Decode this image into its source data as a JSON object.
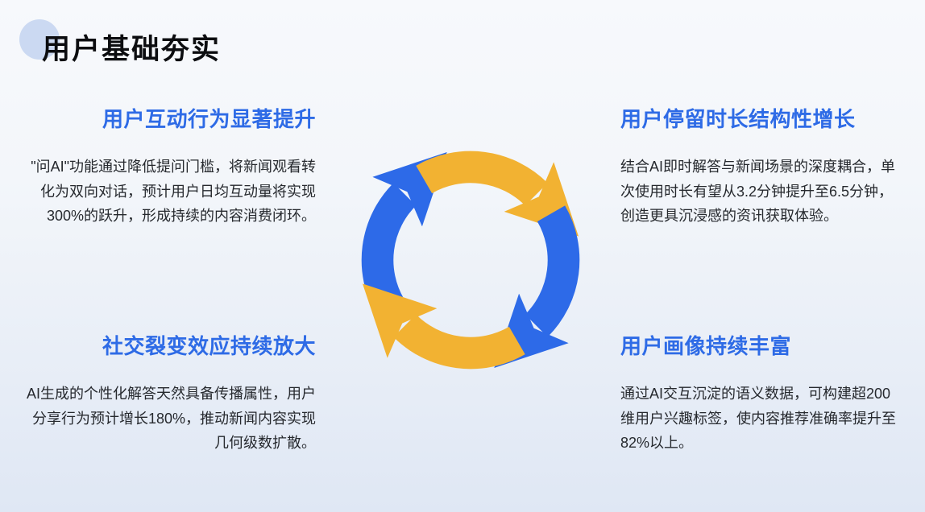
{
  "title": "用户基础夯实",
  "sections": {
    "top_left": {
      "heading": "用户互动行为显著提升",
      "body": "\"问AI\"功能通过降低提问门槛，将新闻观看转化为双向对话，预计用户日均互动量将实现300%的跃升，形成持续的内容消费闭环。"
    },
    "top_right": {
      "heading": "用户停留时长结构性增长",
      "body": "结合AI即时解答与新闻场景的深度耦合，单次使用时长有望从3.2分钟提升至6.5分钟，创造更具沉浸感的资讯获取体验。"
    },
    "bottom_left": {
      "heading": "社交裂变效应持续放大",
      "body": "AI生成的个性化解答天然具备传播属性，用户分享行为预计增长180%，推动新闻内容实现几何级数扩散。"
    },
    "bottom_right": {
      "heading": "用户画像持续丰富",
      "body": "通过AI交互沉淀的语义数据，可构建超200维用户兴趣标签，使内容推荐准确率提升至82%以上。"
    }
  },
  "diagram": {
    "name": "cycle-arrows",
    "arrows": [
      {
        "position": "left",
        "direction": "up",
        "color_key": "arrow_blue"
      },
      {
        "position": "top",
        "direction": "right",
        "color_key": "arrow_yellow"
      },
      {
        "position": "right",
        "direction": "down",
        "color_key": "arrow_blue"
      },
      {
        "position": "bottom",
        "direction": "left",
        "color_key": "arrow_yellow"
      }
    ]
  },
  "colors": {
    "accent_blue": "#2E6BE6",
    "arrow_blue": "#2D6AE8",
    "arrow_yellow": "#F2B232",
    "title_text": "#0C0D10",
    "body_text": "#26292E",
    "circle_decoration": "#CBD9F2",
    "background_bottom": "#DFE7F4"
  }
}
